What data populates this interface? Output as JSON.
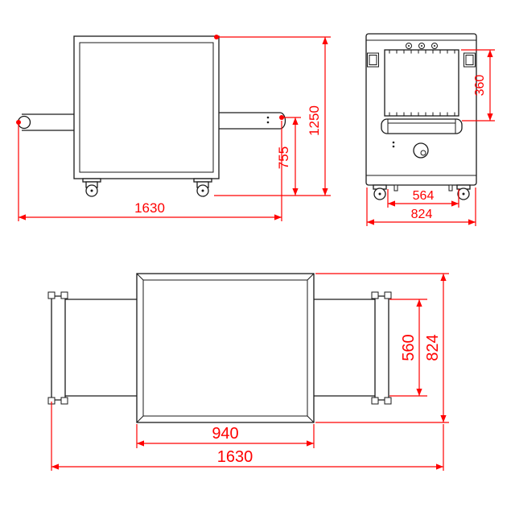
{
  "dimensions": {
    "side_view": {
      "total_length": "1630",
      "total_height": "1250",
      "belt_height": "755"
    },
    "front_view": {
      "tunnel_height": "360",
      "inner_width": "564",
      "total_width": "824"
    },
    "top_view": {
      "body_length": "940",
      "belt_width": "560",
      "total_depth": "824",
      "total_length": "1630"
    }
  }
}
